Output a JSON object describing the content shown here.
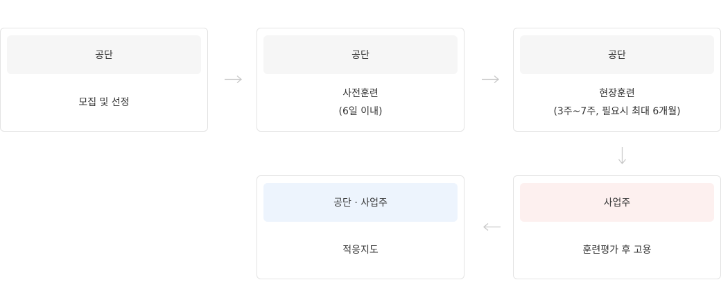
{
  "colors": {
    "card_border": "#e3e3e3",
    "head_gray": "#f6f6f6",
    "head_blue": "#edf4fd",
    "head_pink": "#fdf0ef",
    "arrow": "#c8c8c8",
    "text": "#333333"
  },
  "steps": [
    {
      "header": "공단",
      "lines": [
        "모집 및 선정"
      ]
    },
    {
      "header": "공단",
      "lines": [
        "사전훈련",
        "(6일 이내)"
      ]
    },
    {
      "header": "공단",
      "lines": [
        "현장훈련",
        "(3주~7주, 필요시 최대 6개월)"
      ]
    },
    {
      "header": "사업주",
      "lines": [
        "훈련평가 후 고용"
      ]
    },
    {
      "header": "공단 · 사업주",
      "lines": [
        "적응지도"
      ]
    }
  ],
  "arrows": [
    {
      "icon": "arrow-right-icon"
    },
    {
      "icon": "arrow-right-icon"
    },
    {
      "icon": "arrow-down-icon"
    },
    {
      "icon": "arrow-left-icon"
    }
  ]
}
